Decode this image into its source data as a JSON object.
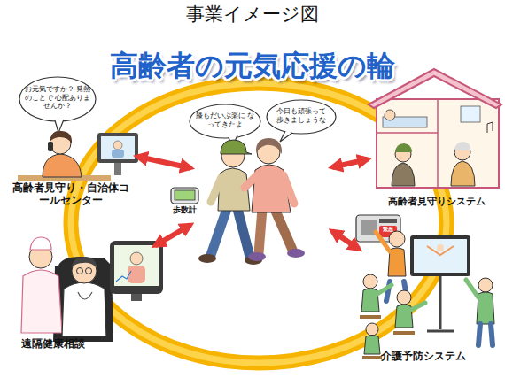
{
  "diagram": {
    "title": "事業イメージ図",
    "nodes": [
      {
        "text": [
          "お元気ですか？ 発熱のことで 心配ありませんか？",
          "高齢者見守り・自治体コールセンター"
        ]
      },
      {
        "text": [
          "膝もだいぶ楽に なってきたよ",
          "今日も頑張って 歩きましょうな"
        ]
      },
      {
        "text": [
          "高齢者見守りシステム"
        ]
      },
      {
        "text": [
          "遠隔健康相談"
        ]
      },
      {
        "text": [
          "介護予防システム"
        ]
      }
    ],
    "edges": [
      {
        "from": 0,
        "to": 1,
        "arrow": "both"
      },
      {
        "from": 1,
        "to": 2,
        "arrow": "both"
      },
      {
        "from": 3,
        "to": 1,
        "arrow": "both"
      },
      {
        "from": 1,
        "to": 4,
        "arrow": "both"
      }
    ],
    "labels": [
      "高齢者の元気応援の輪",
      "歩数計",
      "緊急"
    ]
  }
}
